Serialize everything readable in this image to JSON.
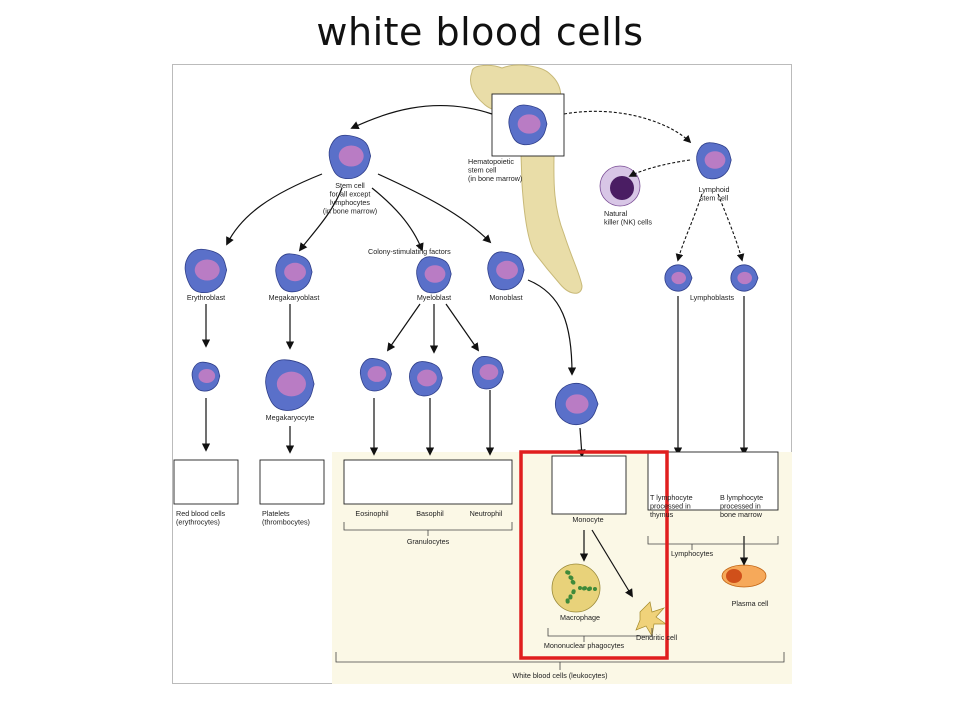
{
  "title": "white blood cells",
  "colors": {
    "cell_fill": "#5a70c9",
    "cell_nucleus": "#b97cc4",
    "highlight_box": "#e01e1e",
    "panel_bg": "#fbf8e6",
    "bone": "#e9dda8"
  },
  "labels": {
    "hsc": [
      "Hematopoietic",
      "stem cell",
      "(in bone marrow)"
    ],
    "stem": [
      "Stem cell",
      "for all except",
      "lymphocytes",
      "(in bone marrow)"
    ],
    "nk": [
      "Natural",
      "killer (NK) cells"
    ],
    "lymphoid": [
      "Lymphoid",
      "stem cell"
    ],
    "csf": "Colony-stimulating factors",
    "erythroblast": "Erythroblast",
    "megakaryoblast": "Megakaryoblast",
    "myeloblast": "Myeloblast",
    "monoblast": "Monoblast",
    "lymphoblasts": "Lymphoblasts",
    "megakaryocyte": "Megakaryocyte",
    "rbc": [
      "Red blood cells",
      "(erythrocytes)"
    ],
    "platelets": [
      "Platelets",
      "(thrombocytes)"
    ],
    "eosinophil": "Eosinophil",
    "basophil": "Basophil",
    "neutrophil": "Neutrophil",
    "granulocytes": "Granulocytes",
    "monocyte": "Monocyte",
    "t_lymph": [
      "T lymphocyte",
      "processed in",
      "thymus"
    ],
    "b_lymph": [
      "B lymphocyte",
      "processed in",
      "bone marrow"
    ],
    "lymphocytes": "Lymphocytes",
    "macrophage": "Macrophage",
    "dendritic": "Dendritic cell",
    "plasma": "Plasma cell",
    "mono_phago": "Mononuclear phagocytes",
    "wbc": "White blood cells (leukocytes)"
  }
}
